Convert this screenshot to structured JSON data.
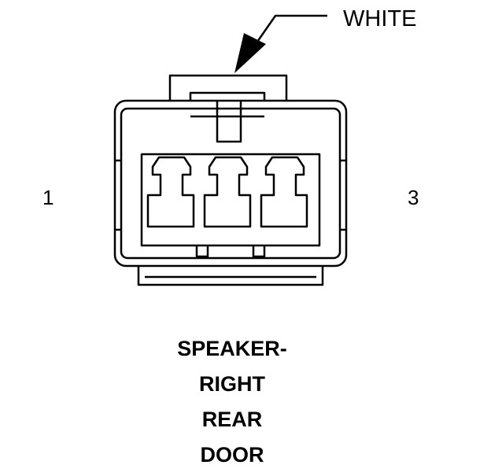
{
  "connector": {
    "color_callout": "WHITE",
    "pin_left": "1",
    "pin_right": "3",
    "cavity_count": 3,
    "title_lines": [
      "SPEAKER-",
      "RIGHT",
      "REAR",
      "DOOR"
    ]
  }
}
